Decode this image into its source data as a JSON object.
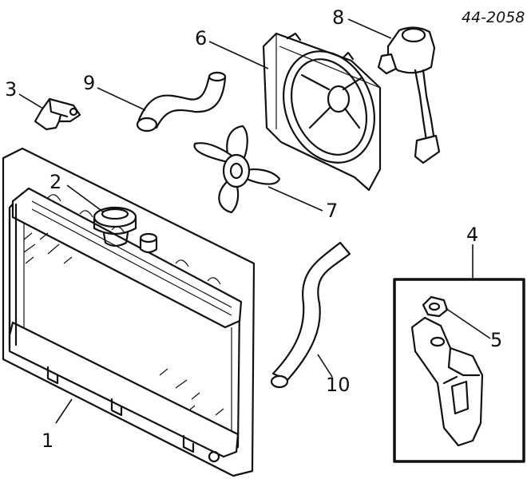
{
  "diagram": {
    "code": "44-2058",
    "callouts": [
      "1",
      "2",
      "3",
      "4",
      "5",
      "6",
      "7",
      "8",
      "9",
      "10"
    ]
  }
}
